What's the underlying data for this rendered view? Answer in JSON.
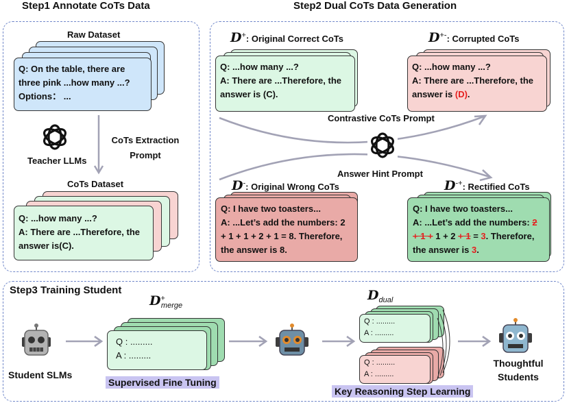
{
  "step1": {
    "title": "Step1 Annotate CoTs Data",
    "raw_dataset_label": "Raw Dataset",
    "raw_q": "Q: On the table, there are three pink ...how many ...?",
    "raw_options": "Options： ...",
    "teacher_label": "Teacher LLMs",
    "extraction_label": "CoTs Extraction Prompt",
    "cots_dataset_label": "CoTs Dataset",
    "cots_q": "Q: ...how many ...?",
    "cots_a": "A: There are ...Therefore, the answer is(C)."
  },
  "step2": {
    "title": "Step2 Dual CoTs Data Generation",
    "d_plus_label": ": Original Correct CoTs",
    "d_plusminus_label": ": Corrupted CoTs",
    "d_minus_label": ": Original Wrong CoTs",
    "d_minusplus_label": ": Rectified CoTs",
    "d_symbol": "D",
    "sup_plus": "+",
    "sup_plusminus": "+-",
    "sup_minus": "-",
    "sup_minusplus": "-+",
    "correct_q": "Q: ...how many ...?",
    "correct_a": "A: There are ...Therefore, the answer is (C).",
    "corrupt_q": "Q: ...how many ...?",
    "corrupt_a_pre": "A: There are ...Therefore, the answer is ",
    "corrupt_a_ans": "(D)",
    "corrupt_a_post": ".",
    "contrastive_label": "Contrastive CoTs Prompt",
    "hint_label": "Answer Hint Prompt",
    "wrong_q": "Q: I have two toasters...",
    "wrong_a": "A: ...Let’s add the numbers: 2 + 1 + 1 + 2 + 1 = 8. Therefore, the answer is 8.",
    "rect_q": "Q: I have two toasters...",
    "rect_a1": "A: ...Let’s add the numbers: ",
    "rect_s1": "2",
    "rect_s2": "+ 1 +",
    "rect_a2": " 1 + 2 ",
    "rect_s3": "+ 1",
    "rect_a3": " = ",
    "rect_ans": "3",
    "rect_a4": ". Therefore, the answer is ",
    "rect_ans2": "3",
    "rect_a5": "."
  },
  "step3": {
    "title": "Step3 Training Student",
    "student_label": "Student SLMs",
    "merge_sub": "merge",
    "dual_sub": "dual",
    "q_dots": "Q : .........",
    "a_dots": "A : .........",
    "sft_label": "Supervised Fine Tuning",
    "krsl_label": "Key Reasoning Step Learning",
    "thoughtful_label": "Thoughtful Students"
  },
  "colors": {
    "panel_border": "#6f86c9",
    "blue_card": "#cfe6fa",
    "green_card": "#dcf7e4",
    "red_card": "#f8d4d2",
    "highlight": "#c9c4f1",
    "red_text": "#e51e1e"
  }
}
